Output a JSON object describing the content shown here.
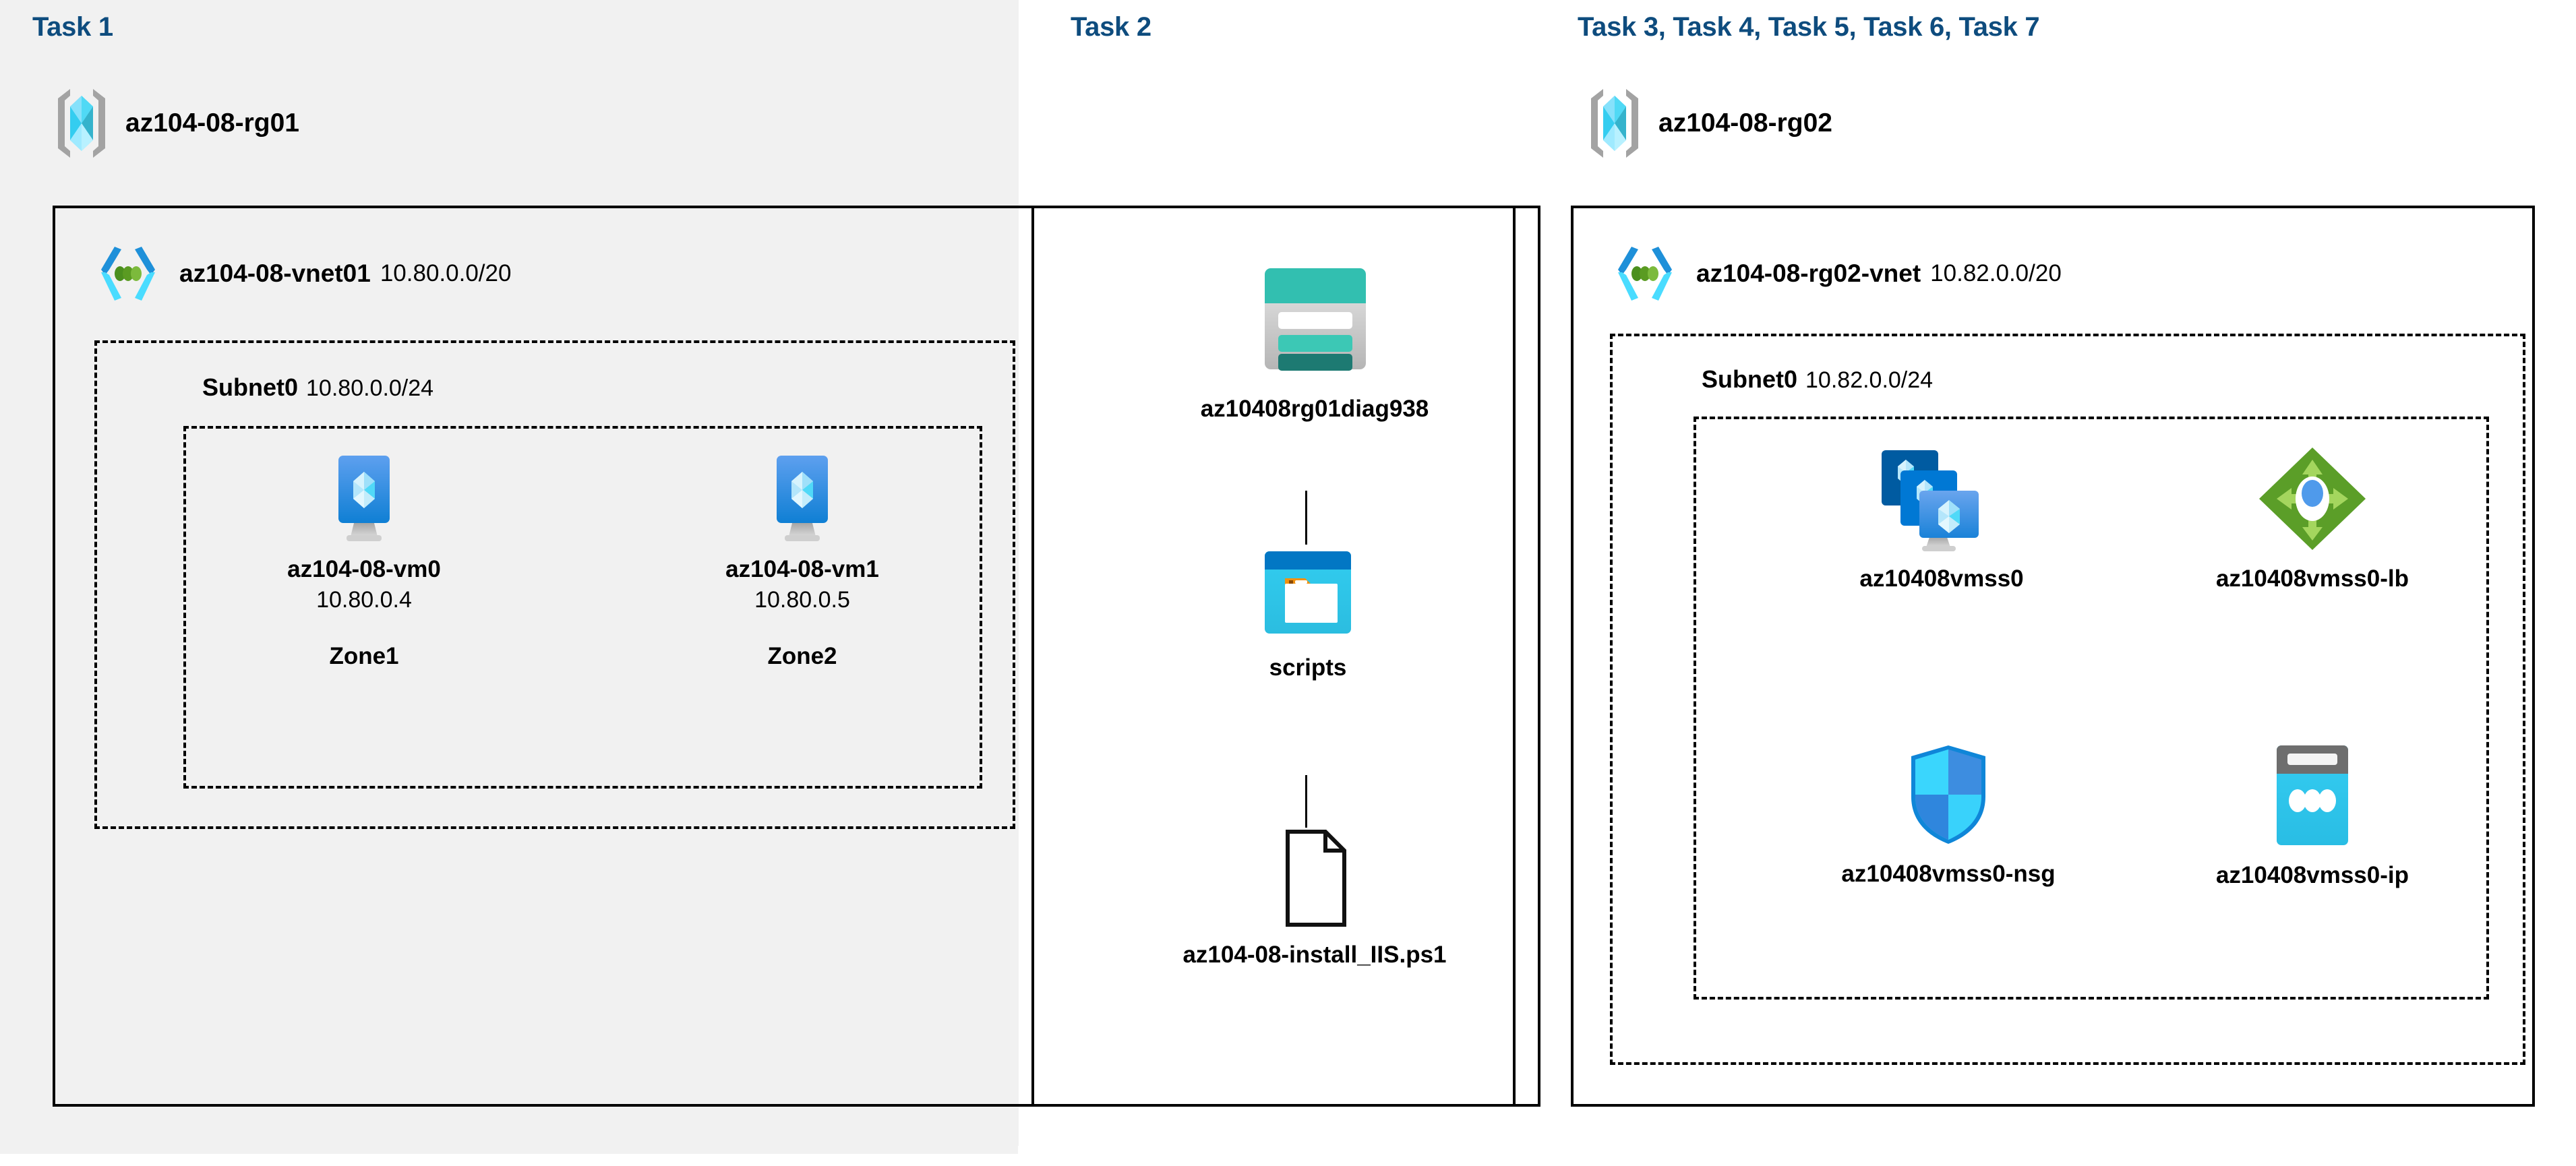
{
  "tasks": {
    "task1": "Task 1",
    "task2": "Task 2",
    "task3": "Task 3, Task 4, Task 5, Task 6, Task 7"
  },
  "colors": {
    "task_label": "#0e4c7e",
    "panel_bg": "#f1f1f1",
    "border": "#000000",
    "azure_blue": "#0078d4",
    "azure_cyan": "#50e6ff",
    "storage_teal": "#32bfb0",
    "lb_green": "#7fba42",
    "nsg_blue": "#32bdf3"
  },
  "resource_groups": [
    {
      "name": "az104-08-rg01",
      "icon": "resource-group-icon"
    },
    {
      "name": "az104-08-rg02",
      "icon": "resource-group-icon"
    }
  ],
  "vnets": [
    {
      "name": "az104-08-vnet01",
      "cidr": "10.80.0.0/20",
      "icon": "virtual-network-icon"
    },
    {
      "name": "az104-08-rg02-vnet",
      "cidr": "10.82.0.0/20",
      "icon": "virtual-network-icon"
    }
  ],
  "subnets": [
    {
      "name": "Subnet0",
      "cidr": "10.80.0.0/24"
    },
    {
      "name": "Subnet0",
      "cidr": "10.82.0.0/24"
    }
  ],
  "virtual_machines": [
    {
      "name": "az104-08-vm0",
      "ip": "10.80.0.4",
      "zone": "Zone1",
      "icon": "virtual-machine-icon"
    },
    {
      "name": "az104-08-vm1",
      "ip": "10.80.0.5",
      "zone": "Zone2",
      "icon": "virtual-machine-icon"
    }
  ],
  "storage": {
    "account": {
      "name": "az10408rg01diag938",
      "icon": "storage-account-icon"
    },
    "container": {
      "name": "scripts",
      "icon": "blob-container-icon"
    },
    "file": {
      "name": "az104-08-install_IIS.ps1",
      "icon": "file-icon"
    }
  },
  "scale_set_resources": [
    {
      "name": "az10408vmss0",
      "icon": "vm-scale-set-icon"
    },
    {
      "name": "az10408vmss0-lb",
      "icon": "load-balancer-icon"
    },
    {
      "name": "az10408vmss0-nsg",
      "icon": "network-security-group-icon"
    },
    {
      "name": "az10408vmss0-ip",
      "icon": "public-ip-address-icon"
    }
  ]
}
